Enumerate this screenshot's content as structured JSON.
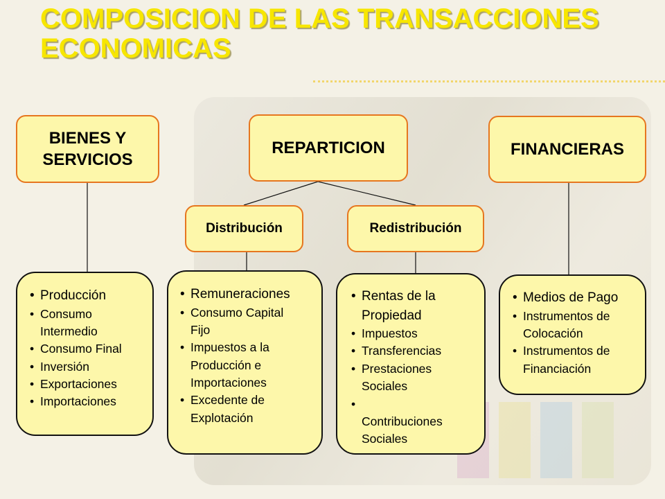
{
  "title": "COMPOSICION DE LAS TRANSACCIONES\nECONOMICAS",
  "colors": {
    "title": "#f7e600",
    "box_fill": "#fdf7aa",
    "box_border": "#e6761f"
  },
  "categories": {
    "bienes": "BIENES Y\nSERVICIOS",
    "reparticion": "REPARTICION",
    "financieras": "FINANCIERAS"
  },
  "subcategories": {
    "distribucion": "Distribución",
    "redistribucion": "Redistribución"
  },
  "lists": {
    "bienes": [
      "Producción",
      "Consumo\nIntermedio",
      "Consumo Final",
      "Inversión",
      "Exportaciones",
      "Importaciones"
    ],
    "distribucion": [
      "Remuneraciones",
      "Consumo Capital\nFijo",
      "Impuestos a la\nProducción e\nImportaciones",
      "Excedente de\nExplotación"
    ],
    "redistribucion": [
      "Rentas de la\nPropiedad",
      "Impuestos",
      "Transferencias",
      "Prestaciones\nSociales",
      "\nContribuciones\nSociales"
    ],
    "financieras": [
      "Medios de Pago",
      "Instrumentos de\nColocación",
      "Instrumentos de\nFinanciación"
    ]
  }
}
